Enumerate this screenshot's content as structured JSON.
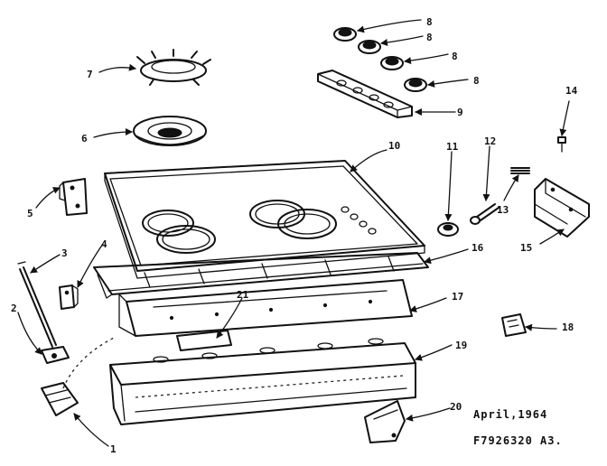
{
  "callouts": {
    "c1": "1",
    "c2": "2",
    "c3": "3",
    "c4": "4",
    "c5": "5",
    "c6": "6",
    "c7": "7",
    "c8a": "8",
    "c8b": "8",
    "c8c": "8",
    "c8d": "8",
    "c9": "9",
    "c10": "10",
    "c11": "11",
    "c12": "12",
    "c13": "13",
    "c14": "14",
    "c15": "15",
    "c16": "16",
    "c17": "17",
    "c18": "18",
    "c19": "19",
    "c20": "20",
    "c21": "21"
  },
  "caption": {
    "date": "April,1964",
    "part_number": "F7926320 A3."
  }
}
